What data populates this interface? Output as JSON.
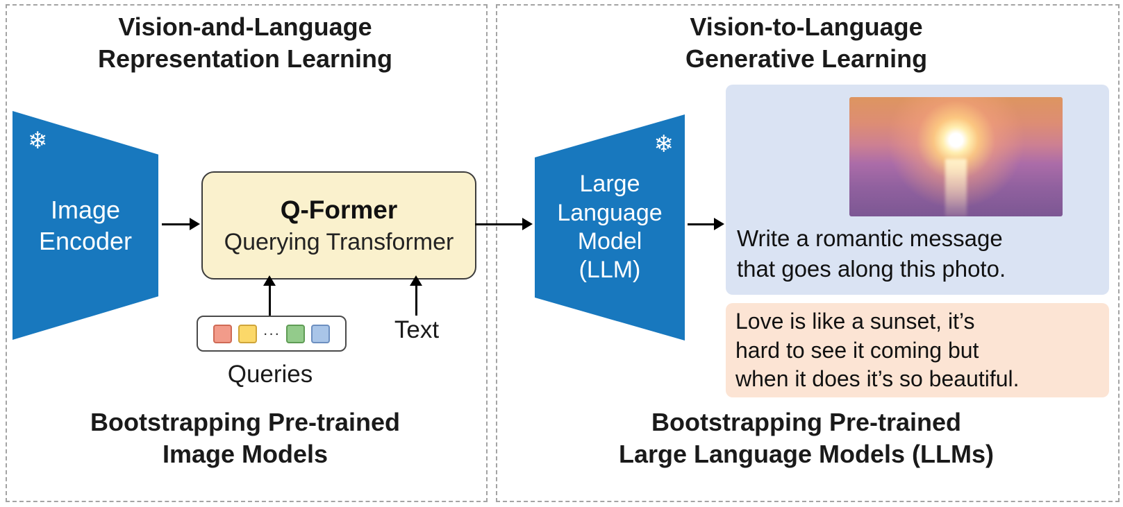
{
  "colors": {
    "frozen_blue": "#1878be",
    "qformer_fill": "#faf1cd",
    "prompt_box": "#dae3f3",
    "response_box": "#fce4d4"
  },
  "left_panel": {
    "title_line1": "Vision-and-Language",
    "title_line2": "Representation Learning",
    "image_encoder": {
      "label_line1": "Image",
      "label_line2": "Encoder",
      "frozen_icon": "❄"
    },
    "qformer": {
      "title": "Q-Former",
      "subtitle": "Querying Transformer"
    },
    "queries": {
      "label": "Queries",
      "ellipsis": "···",
      "tokens": [
        {
          "name": "query-token-red",
          "fill": "#f29b8a",
          "border": "#cf6a55"
        },
        {
          "name": "query-token-yellow",
          "fill": "#fbd869",
          "border": "#cfa53a"
        },
        {
          "name": "query-token-green",
          "fill": "#93cb8b",
          "border": "#5f9c55"
        },
        {
          "name": "query-token-blue",
          "fill": "#a9c5e8",
          "border": "#6c8fc0"
        }
      ]
    },
    "text_input_label": "Text",
    "footer_line1": "Bootstrapping Pre-trained",
    "footer_line2": "Image Models"
  },
  "right_panel": {
    "title_line1": "Vision-to-Language",
    "title_line2": "Generative Learning",
    "llm": {
      "label_line1": "Large",
      "label_line2": "Language",
      "label_line3": "Model",
      "label_line4": "(LLM)",
      "frozen_icon": "❄"
    },
    "prompt": {
      "line1": "Write a romantic message",
      "line2": "that goes along this photo."
    },
    "response": {
      "line1": "Love is like a sunset, it’s",
      "line2": "hard to see it coming but",
      "line3": "when it does it’s so beautiful."
    },
    "footer_line1": "Bootstrapping Pre-trained",
    "footer_line2": "Large Language Models (LLMs)"
  }
}
